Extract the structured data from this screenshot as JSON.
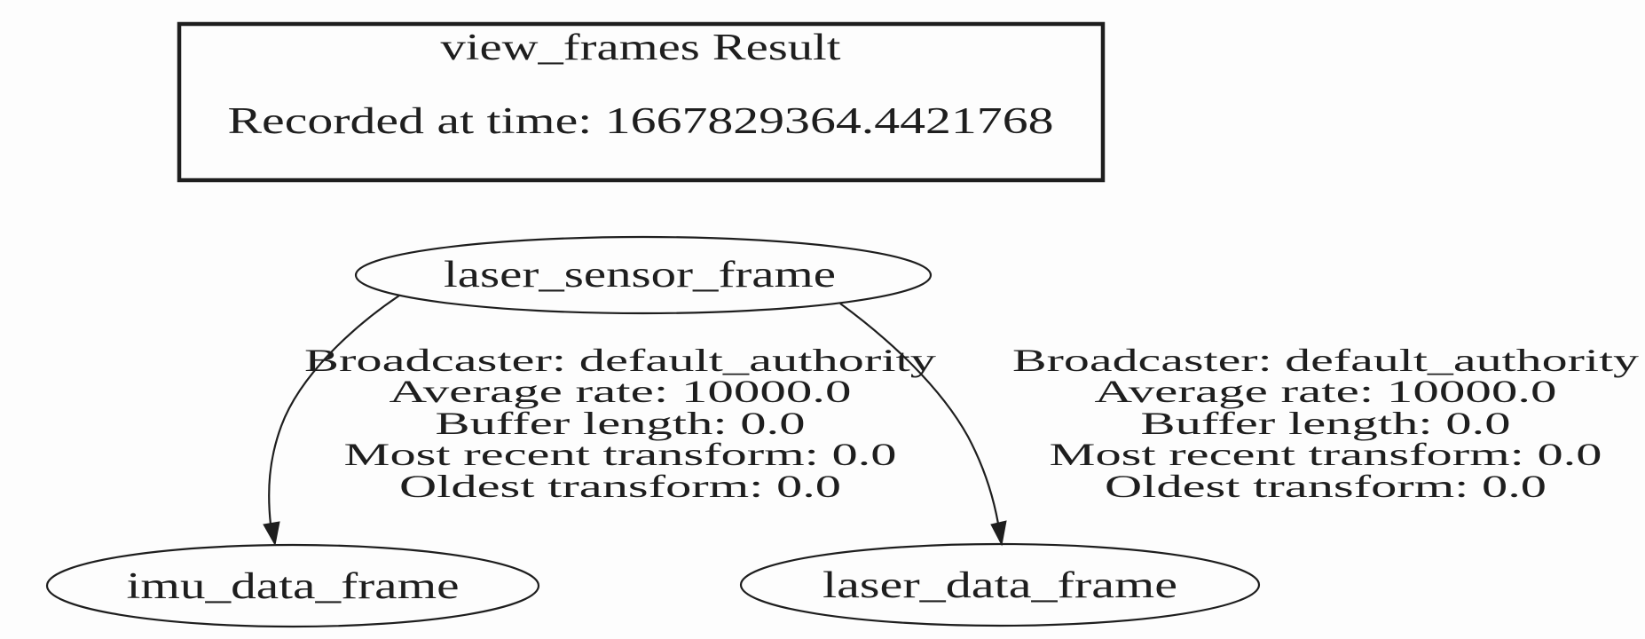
{
  "result_box": {
    "title": "view_frames Result",
    "recorded_line": "Recorded at time: 1667829364.4421768"
  },
  "nodes": {
    "parent": {
      "label": "laser_sensor_frame"
    },
    "child_left": {
      "label": "imu_data_frame"
    },
    "child_right": {
      "label": "laser_data_frame"
    }
  },
  "edges": {
    "left": {
      "from": "laser_sensor_frame",
      "to": "imu_data_frame",
      "lines": [
        "Broadcaster: default_authority",
        "Average rate: 10000.0",
        "Buffer length: 0.0",
        "Most recent transform: 0.0",
        "Oldest transform: 0.0"
      ]
    },
    "right": {
      "from": "laser_sensor_frame",
      "to": "laser_data_frame",
      "lines": [
        "Broadcaster: default_authority",
        "Average rate: 10000.0",
        "Buffer length: 0.0",
        "Most recent transform: 0.0",
        "Oldest transform: 0.0"
      ]
    }
  },
  "colors": {
    "background": "#fdfdfd",
    "stroke": "#1e1e1e",
    "text": "#1e1e1e"
  }
}
